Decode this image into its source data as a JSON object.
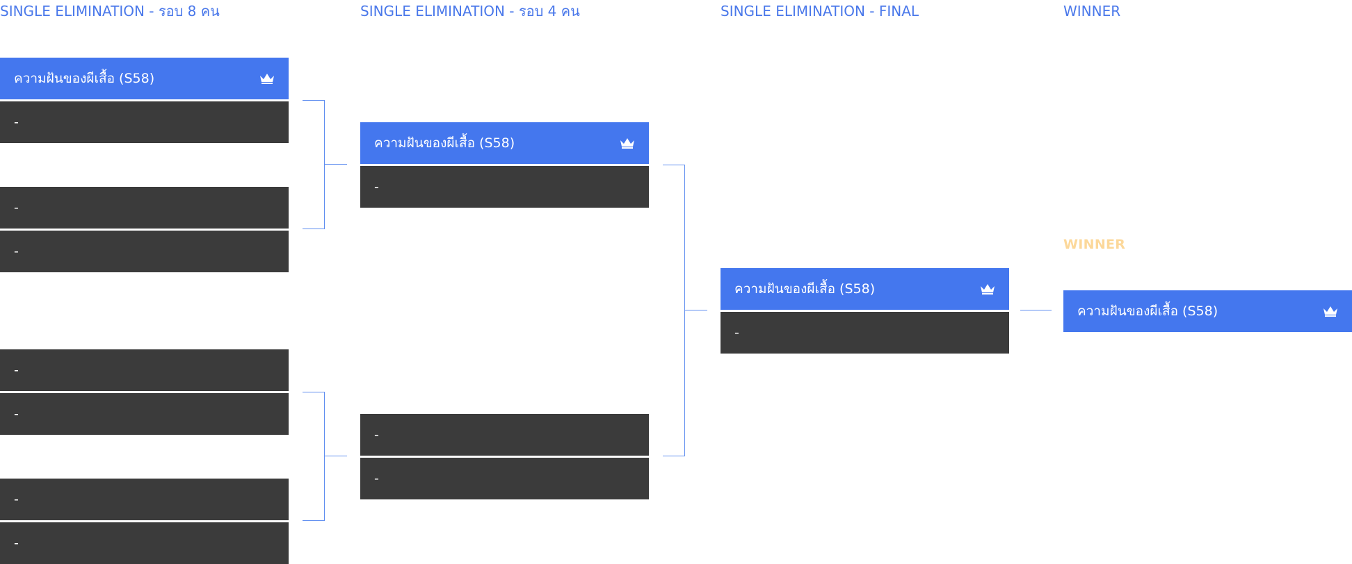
{
  "rounds": [
    {
      "title": "SINGLE ELIMINATION - รอบ 8 คน"
    },
    {
      "title": "SINGLE ELIMINATION - รอบ 4 คน"
    },
    {
      "title": "SINGLE ELIMINATION - FINAL"
    },
    {
      "title": "WINNER"
    }
  ],
  "round1": {
    "matches": [
      {
        "slot1": "ความฝันของผีเสื้อ (S58)",
        "slot2": "-"
      },
      {
        "slot1": "-",
        "slot2": "-"
      },
      {
        "slot1": "-",
        "slot2": "-"
      },
      {
        "slot1": "-",
        "slot2": "-"
      }
    ]
  },
  "round2": {
    "matches": [
      {
        "slot1": "ความฝันของผีเสื้อ (S58)",
        "slot2": "-"
      },
      {
        "slot1": "-",
        "slot2": "-"
      }
    ]
  },
  "final": {
    "match": {
      "slot1": "ความฝันของผีเสื้อ (S58)",
      "slot2": "-"
    }
  },
  "champion": {
    "label": "WINNER",
    "name": "ความฝันของผีเสื้อ (S58)"
  },
  "colors": {
    "accent": "#4477ee",
    "slot_bg": "#3b3b3b",
    "title": "#4a78ea",
    "winner_label": "#fcd89a",
    "connector": "#5f8ef0"
  },
  "icons": {
    "winner_marker": "crown-icon"
  }
}
